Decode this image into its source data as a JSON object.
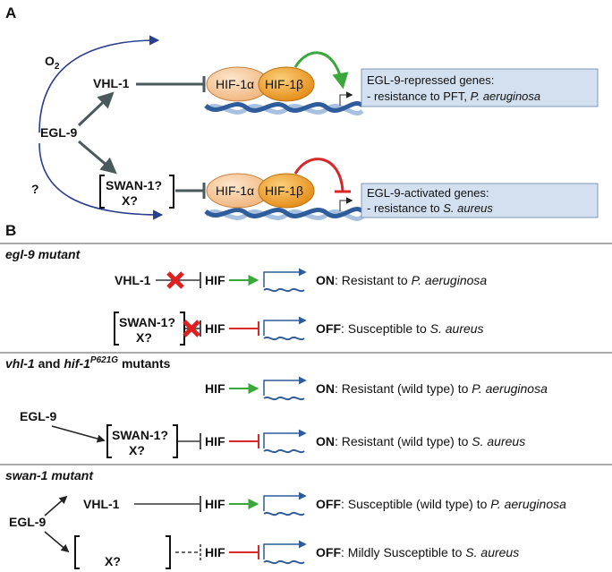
{
  "panel_a": {
    "label": "A",
    "o2": "O",
    "o2_sub": "2",
    "vhl": "VHL-1",
    "egl9": "EGL-9",
    "swan": "SWAN-1?",
    "x": "X?",
    "question": "?",
    "hif1a": "HIF-1",
    "hif1b": "HIF-1",
    "alpha": "α",
    "beta": "β",
    "repressed_title": "EGL-9-repressed genes:",
    "repressed_line_pre": "- resistance to PFT, ",
    "repressed_line_it": "P. aeruginosa",
    "activated_title": "EGL-9-activated genes:",
    "activated_line_pre": "- resistance to ",
    "activated_line_it": "S. aureus"
  },
  "panel_b": {
    "label": "B",
    "sec1": {
      "title": "egl-9 mutant",
      "vhl": "VHL-1",
      "hif": "HIF",
      "swan": "SWAN-1?",
      "x": "X?",
      "on": "ON",
      "on_text": ": Resistant to ",
      "on_it": "P. aeruginosa",
      "off": "OFF",
      "off_text": ": Susceptible to ",
      "off_it": "S. aureus"
    },
    "sec2": {
      "title_a": "vhl-1",
      "title_b": " and ",
      "title_c": "hif-1",
      "title_sup": "P621G",
      "title_d": " mutants",
      "hif": "HIF",
      "egl9": "EGL-9",
      "swan": "SWAN-1?",
      "x": "X?",
      "on1": "ON",
      "on1_text": ": Resistant (wild type) to ",
      "on1_it": "P. aeruginosa",
      "on2": "ON",
      "on2_text": ": Resistant (wild type) to ",
      "on2_it": "S. aureus"
    },
    "sec3": {
      "title": "swan-1 mutant",
      "egl9": "EGL-9",
      "vhl": "VHL-1",
      "x": "X?",
      "hif": "HIF",
      "off1": "OFF",
      "off1_text": ": Susceptible (wild type) to ",
      "off1_it": "P. aeruginosa",
      "off2": "OFF",
      "off2_text": ": Mildly Susceptible to ",
      "off2_it": "S. aureus"
    }
  },
  "colors": {
    "blue_arrow": "#2a3f8f",
    "gray_arrow": "#4a5a5c",
    "green": "#3aa83a",
    "red": "#d8282a",
    "box_fill": "#d3e0ef",
    "box_stroke": "#7f99b8",
    "hif1a_fill": "#f6cfa4",
    "hif1b_fill": "#f2a93a",
    "dna": "#2f5c9a",
    "dna_light": "#a8c1e0"
  }
}
